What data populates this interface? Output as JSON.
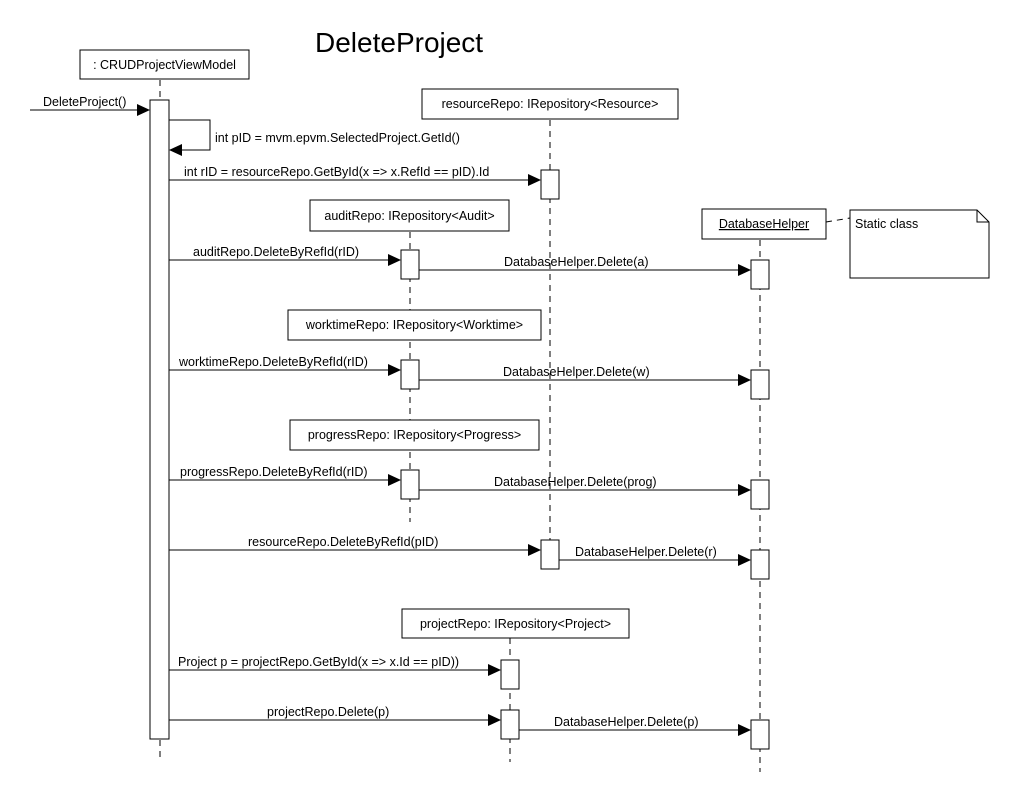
{
  "title": "DeleteProject",
  "participants": [
    {
      "id": "vm",
      "label": ": CRUDProjectViewModel",
      "underline": false
    },
    {
      "id": "res",
      "label": "resourceRepo: IRepository<Resource>",
      "underline": false
    },
    {
      "id": "audit",
      "label": "auditRepo: IRepository<Audit>",
      "underline": false
    },
    {
      "id": "db",
      "label": "DatabaseHelper",
      "underline": true
    },
    {
      "id": "work",
      "label": "worktimeRepo: IRepository<Worktime>",
      "underline": false
    },
    {
      "id": "prog",
      "label": "progressRepo: IRepository<Progress>",
      "underline": false
    },
    {
      "id": "proj",
      "label": "projectRepo: IRepository<Project>",
      "underline": false
    }
  ],
  "note": "Static class",
  "messages": [
    {
      "id": "m0",
      "label": "DeleteProject()",
      "from": "external",
      "to": "vm"
    },
    {
      "id": "m1",
      "label": "int pID = mvm.epvm.SelectedProject.GetId()",
      "from": "vm",
      "to": "vm"
    },
    {
      "id": "m2",
      "label": "int rID = resourceRepo.GetById(x => x.RefId == pID).Id",
      "from": "vm",
      "to": "res"
    },
    {
      "id": "m3",
      "label": "auditRepo.DeleteByRefId(rID)",
      "from": "vm",
      "to": "audit"
    },
    {
      "id": "m4",
      "label": "DatabaseHelper.Delete(a)",
      "from": "audit",
      "to": "db"
    },
    {
      "id": "m5",
      "label": "worktimeRepo.DeleteByRefId(rID)",
      "from": "vm",
      "to": "work"
    },
    {
      "id": "m6",
      "label": "DatabaseHelper.Delete(w)",
      "from": "work",
      "to": "db"
    },
    {
      "id": "m7",
      "label": "progressRepo.DeleteByRefId(rID)",
      "from": "vm",
      "to": "prog"
    },
    {
      "id": "m8",
      "label": "DatabaseHelper.Delete(prog)",
      "from": "prog",
      "to": "db"
    },
    {
      "id": "m9",
      "label": "resourceRepo.DeleteByRefId(pID)",
      "from": "vm",
      "to": "res"
    },
    {
      "id": "m10",
      "label": "DatabaseHelper.Delete(r)",
      "from": "res",
      "to": "db"
    },
    {
      "id": "m11",
      "label": "Project p = projectRepo.GetById(x => x.Id == pID))",
      "from": "vm",
      "to": "proj"
    },
    {
      "id": "m12",
      "label": "projectRepo.Delete(p)",
      "from": "vm",
      "to": "proj"
    },
    {
      "id": "m13",
      "label": "DatabaseHelper.Delete(p)",
      "from": "proj",
      "to": "db"
    }
  ]
}
